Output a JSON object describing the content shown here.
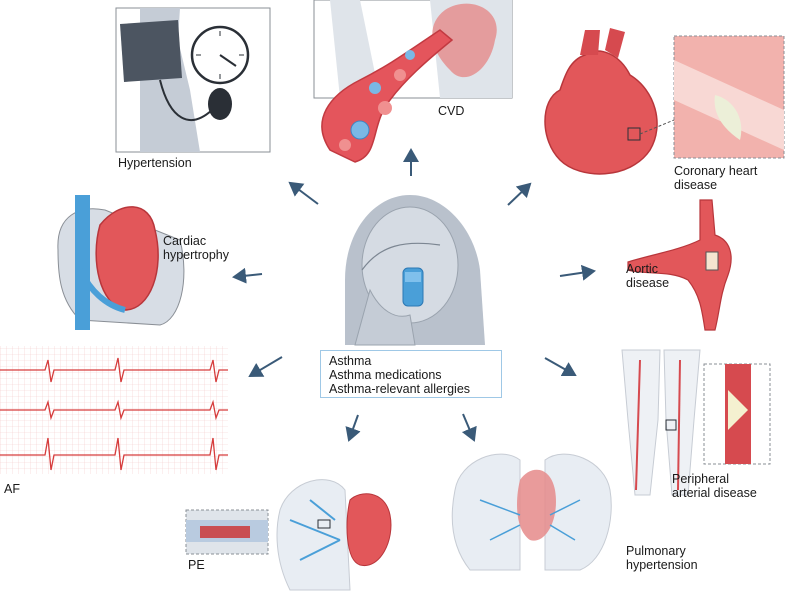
{
  "center": {
    "lines": [
      "Asthma",
      "Asthma medications",
      "Asthma-relevant allergies"
    ]
  },
  "labels": {
    "hypertension": "Hypertension",
    "cvd": "CVD",
    "coronary_line1": "Coronary heart",
    "coronary_line2": "disease",
    "cardiac_line1": "Cardiac",
    "cardiac_line2": "hypertrophy",
    "aortic_line1": "Aortic",
    "aortic_line2": "disease",
    "af": "AF",
    "pad_line1": "Peripheral",
    "pad_line2": "arterial disease",
    "pe": "PE",
    "ph_line1": "Pulmonary",
    "ph_line2": "hypertension"
  },
  "colors": {
    "arrow": "#3a5a78",
    "heart_red": "#e2575a",
    "heart_dark": "#b8363b",
    "vessel_blue": "#4a9fd8",
    "skin_grey": "#b9c1cc",
    "ecg_red": "#d63c3c",
    "grid_pink": "#f3c9c9"
  }
}
